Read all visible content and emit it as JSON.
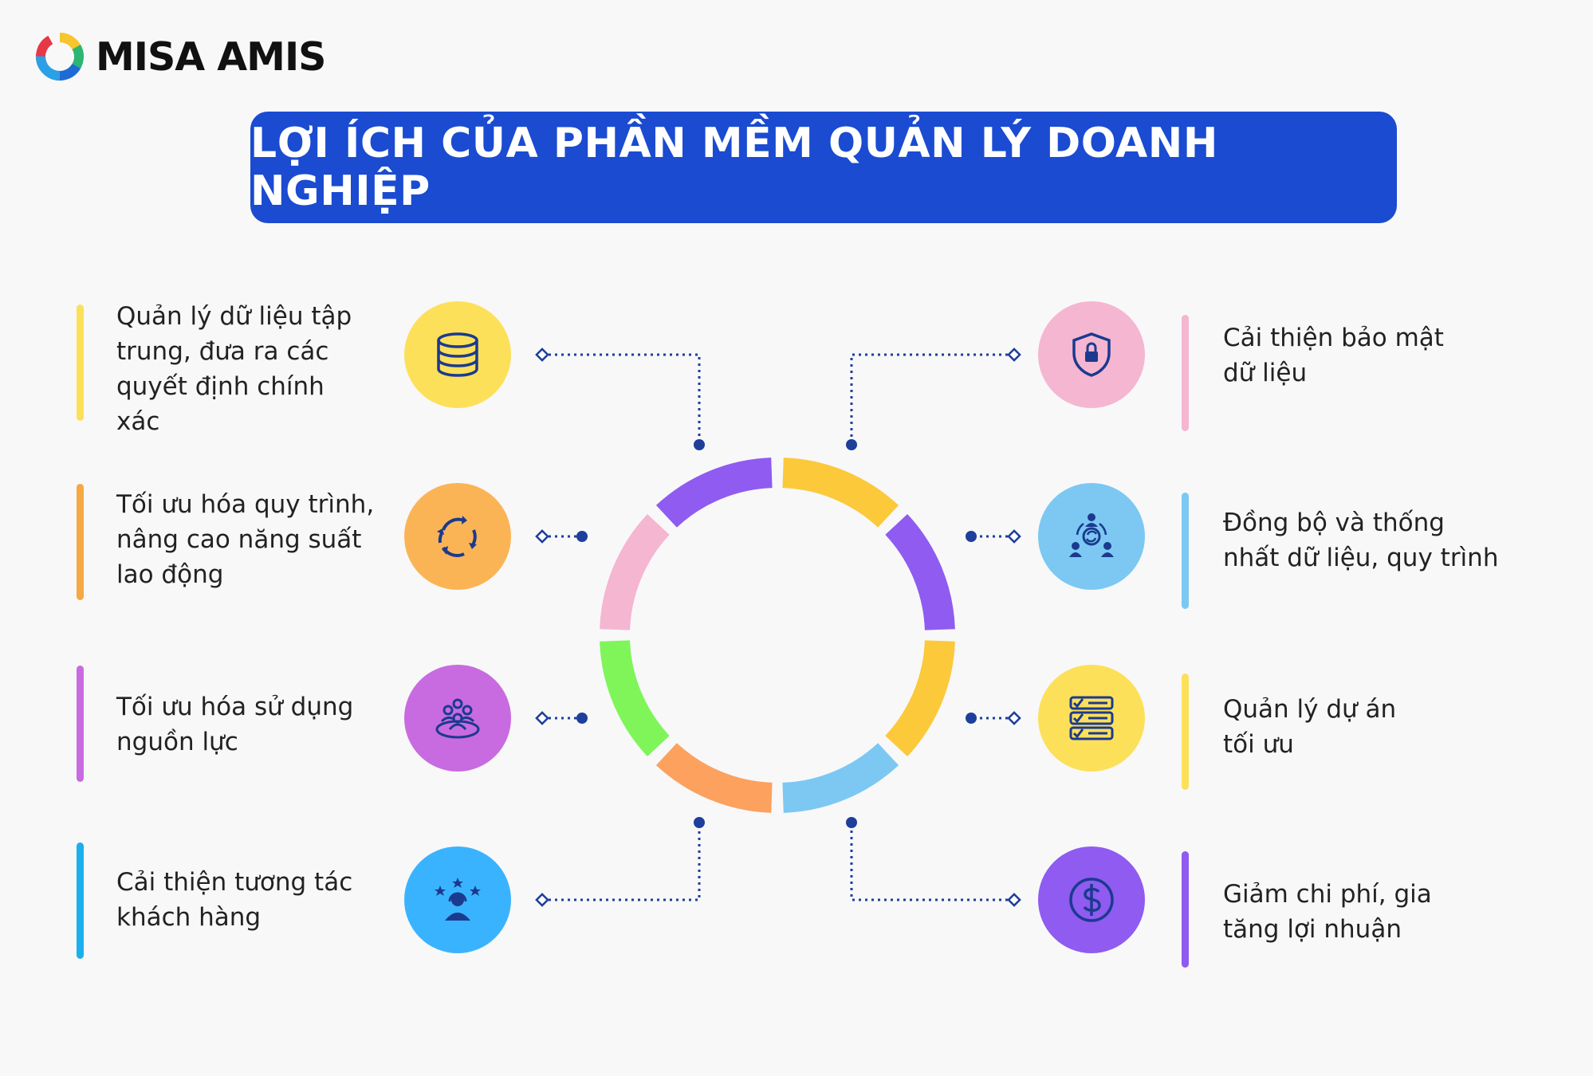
{
  "brand": {
    "name": "MISA AMIS"
  },
  "title": "LỢI ÍCH CỦA PHẦN MỀM QUẢN LÝ DOANH NGHIỆP",
  "colors": {
    "banner": "#1a4bd1",
    "connector": "#1e3f9a",
    "icon_stroke": "#1b3a8f"
  },
  "left_items": [
    {
      "text": "Quản lý dữ liệu tập\ntrung, đưa ra các\nquyết định chính\nxác",
      "icon": "database-icon",
      "color": "#fde05a",
      "bar_color": "#fde05a"
    },
    {
      "text": "Tối ưu hóa quy trình,\nnâng cao năng suất\nlao động",
      "icon": "refresh-cycle-icon",
      "color": "#fbb455",
      "bar_color": "#f5a843"
    },
    {
      "text": "Tối ưu hóa sử dụng\nnguồn lực",
      "icon": "team-resources-icon",
      "color": "#c96be0",
      "bar_color": "#c96be0"
    },
    {
      "text": "Cải thiện tương tác\nkhách hàng",
      "icon": "customer-support-icon",
      "color": "#3ab3ff",
      "bar_color": "#1ab0ec"
    }
  ],
  "right_items": [
    {
      "text": "Cải thiện bảo mật\ndữ liệu",
      "icon": "security-shield-icon",
      "color": "#f5b6d1",
      "bar_color": "#f5b6d1"
    },
    {
      "text": "Đồng bộ và thống\nnhất dữ liệu, quy trình",
      "icon": "sync-people-icon",
      "color": "#7cc8f2",
      "bar_color": "#7cc8f2"
    },
    {
      "text": "Quản lý dự án\ntối ưu",
      "icon": "checklist-icon",
      "color": "#fde05a",
      "bar_color": "#fde05a"
    },
    {
      "text": "Giảm chi phí, gia\ntăng lợi nhuận",
      "icon": "dollar-icon",
      "color": "#8f5bf0",
      "bar_color": "#8f5bf0"
    }
  ],
  "ring_segments": [
    "#fbc93a",
    "#8f5bf0",
    "#fbc93a",
    "#7cc8f2",
    "#fca15e",
    "#7ff55a",
    "#f5b6d1",
    "#8f5bf0"
  ]
}
